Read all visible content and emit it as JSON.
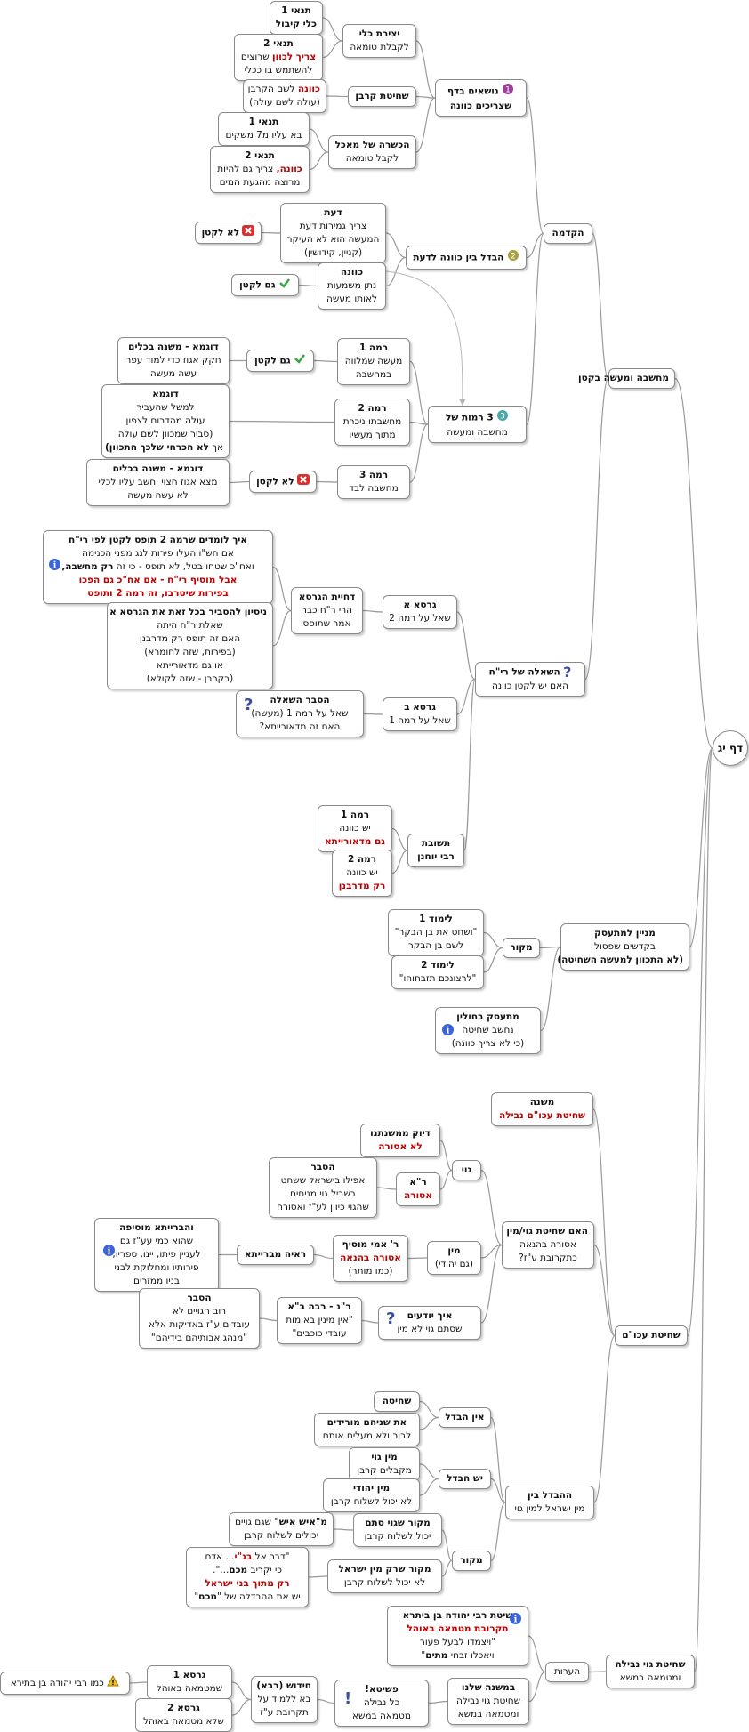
{
  "root": {
    "label": "דף יג"
  },
  "branches": {
    "intro": {
      "label": "מחשבה ומעשה בקטן",
      "hakdama": "הקדמה",
      "topics": {
        "title1": "נושאים בדף",
        "title2": "שצריכים כוונה",
        "num": "1",
        "kli": {
          "t1": "יצירת כלי",
          "t2": "לקבלת טומאה",
          "cond1": {
            "t1": "תנאי 1",
            "t2": "כלי קיבול"
          },
          "cond2": {
            "t1": "תנאי 2",
            "r": "צריך לכוון",
            "t2": " שרוצים",
            "t3": "להשתמש בו ככלי"
          }
        },
        "korban": {
          "t1": "שחיטת קרבן",
          "cond": {
            "r": "כוונה",
            "t1": " לשם הקרבן",
            "t2": "(עולה לשם עולה)"
          }
        },
        "ochel": {
          "t1": "הכשרה של מאכל",
          "t2": "לקבל טומאה",
          "cond1": {
            "t1": "תנאי 1",
            "t2": "בא עליו מ7 משקים"
          },
          "cond2": {
            "t1": "תנאי 2",
            "r": "כוונה,",
            "t2": " צריך גם להיות",
            "t3": "מרוצה מהגעת המים"
          }
        }
      },
      "diff": {
        "label": "הבדל בין כוונה לדעת",
        "num": "2",
        "daat": {
          "t1": "דעת",
          "t2": "צריך גמירות דעת",
          "t3": "המעשה הוא לא העיקר",
          "t4": "(קניין, קידושין)",
          "tag": "לא לקטן"
        },
        "kavana": {
          "t1": "כוונה",
          "t2": "נתן משמעות",
          "t3": "לאותו מעשה",
          "tag": "גם לקטן"
        }
      },
      "levels": {
        "t1": "3 רמות של",
        "t2": "מחשבה ומעשה",
        "num": "3",
        "r1": {
          "t1": "רמה 1",
          "t2": "מעשה שמלווה",
          "t3": "במחשבה",
          "tag": "גם לקטן",
          "ex": {
            "t1": "דוגמא - משנה בכלים",
            "t2": "חקק אגוז כדי למוד עפר",
            "t3": "עשה מעשה"
          }
        },
        "r2": {
          "t1": "רמה 2",
          "t2": "מחשבתו ניכרת",
          "t3": "מתוך מעשיו",
          "ex": {
            "t1": "דוגמא",
            "t2": "למשל שהעביר",
            "t3": "עולה מהדרום לצפון",
            "t4": "(סביר שמכוון לשם עולה",
            "t5": "אך ",
            "t5b": "לא הכרחי שלכך התכוון)"
          }
        },
        "r3": {
          "t1": "רמה 3",
          "t2": "מחשבה לבד",
          "tag": "לא לקטן",
          "ex": {
            "t1": "דוגמא - משנה בכלים",
            "t2": "מצא אגוז חצוי וחשב עליו לכלי",
            "t3": "לא עשה מעשה"
          }
        }
      },
      "question": {
        "t1": "השאלה של רי\"ח",
        "t2": "האם יש לקטן כוונה",
        "ga": {
          "t1": "גרסא א",
          "t2": "שאל על רמה 2",
          "dchiya": {
            "t1": "דחיית הגרסא",
            "t2": "הרי ר\"ח כבר",
            "t3": "אמר שתופס",
            "info": {
              "t1": "איך לומדים שרמה 2 תופס  לקטן לפי רי\"ח",
              "t2": "אם חש\"ו העלו פירות לגג מפני הכנימה",
              "t3": "ואח\"כ שטחו בטל,  לא תופס - כי זה ",
              "t3b": "רק מחשבה,",
              "t4": "אבל מוסיף רי\"ח - אם אח\"כ גם הפכו",
              "t5": "בפירות שיטרבו, זה רמה 2 ותופס"
            }
          },
          "nisayon": {
            "t1": "ניסיון להסביר בכל זאת את הגרסא א",
            "t2": "שאלת ר\"ח היתה",
            "t3": "האם זה תופס רק מדרבנן",
            "t4": "(בפירות, שזה לחומרא)",
            "t5": "או גם מדאורייתא",
            "t6": "(בקרבן - שזה לקולא)"
          }
        },
        "gb": {
          "t1": "גרסא ב",
          "t2": "שאל על רמה 1",
          "expl": {
            "t1": "הסבר השאלה",
            "t2": "שאל על רמה 1 (מעשה)",
            "t3": "האם זה מדאורייתא?"
          }
        },
        "ans": {
          "t1": "תשובת",
          "t2": "רבי יוחנן",
          "r1": {
            "t1": "רמה 1",
            "t2": "יש כוונה",
            "r": "גם מדאורייתא"
          },
          "r2": {
            "t1": "רמה 2",
            "t2": "יש כוונה",
            "r": "רק מדרבנן"
          }
        }
      }
    },
    "mitasek": {
      "t1": "מניין למתעסק",
      "t2": "בקדשים שפסול",
      "t3": "(לא התכוון ",
      "t3b": "למעשה ",
      "t3c": "השחיטה)",
      "makor": "מקור",
      "l1": {
        "t1": "לימוד 1",
        "t2": "\"ושחט את בן הבקר\"",
        "t3": "לשם בן הבקר"
      },
      "l2": {
        "t1": "לימוד 2",
        "t2": "\"לרצונכם תזבחוהו\""
      },
      "chulin": {
        "t1": "מתעסק בחולין",
        "t2": "נחשב שחיטה",
        "t3": "(כי לא צריך כוונה)"
      }
    },
    "akum": {
      "label": "שחיטת עכו\"ם",
      "mishna": {
        "t1": "משנה",
        "r": "שחיטת עכו\"ם נבילה"
      },
      "q": {
        "t1": "האם שחיטת גוי/מין",
        "t2": "אסורה בהנאה",
        "t3": "כתקרובת ע\"ז?",
        "goy": {
          "label": "גוי",
          "diyuk": {
            "t1": "דיוק ממשנתנו",
            "r": "לא אסורה"
          },
          "ra": {
            "t1": "ר\"א",
            "r": "אסורה",
            "hesber": {
              "t1": "הסבר",
              "t2": "אפילו בישראל ששחט",
              "t3": "בשביל גוי מניחים",
              "t4": "שהגוי כיוון לע\"ז ואסורה"
            }
          }
        },
        "min": {
          "t1": "מין",
          "t2": "(גם יהודי)",
          "rami": {
            "t1": "ר' אמי מוסיף",
            "r": "אסורה בהנאה",
            "t2": "(כמו מותר)"
          },
          "raya": "ראיה מברייתא",
          "braita": {
            "t1": "והברייתא מוסיפה",
            "t2": "שהוא כמי עע\"ז גם",
            "t3": "לעניין פיתו, יינו, ספריו,",
            "t4": "פירותיו ומחלוקת לבני",
            "t5": "בניו ממזרים"
          }
        },
        "how": {
          "t1": "איך יודעים",
          "t2": "שסתם גוי לא מין",
          "rn": {
            "t1": "ר\"נ - רבה ב\"א",
            "t2": "\"אין מינין באומות",
            "t3": "עובדי כוכבים\"",
            "hesber": {
              "t1": "הסבר",
              "t2": "רוב הגויים לא",
              "t3": "עובדים ע\"ז באדיקות אלא",
              "t4": "\"מנהג אבותיהם בידיהם\""
            }
          }
        }
      },
      "diff": {
        "t1": "ההבדל בין",
        "t2": "מין ישראל למין גוי",
        "none": {
          "label": "אין הבדל",
          "a": "שחיטה",
          "b": {
            "t1": "את שניהם מורידים",
            "t2": "לבור ולא מעלים אותם"
          }
        },
        "yes": {
          "label": "יש הבדל",
          "a": {
            "t1": "מין גוי",
            "t2": "מקבלים קרבן"
          },
          "b": {
            "t1": "מין יהודי",
            "t2": "לא יכול לשלוח קרבן"
          }
        },
        "makor": {
          "label": "מקור",
          "a": {
            "t1": "מקור שגוי סתם",
            "t2": "יכול לשלוח קרבן",
            "x": {
              "t1": "מ\"איש איש\"",
              "t1b": " שגם גויים",
              "t2": "יכולים לשלוח קרבן"
            }
          },
          "b": {
            "t1": "מקור שרק מין ישראל",
            "t2": "לא יכול לשלוח קרבן",
            "x": {
              "t1": "\"דבר אל ",
              "t1b": "בנ\"י",
              "t1c": "... אדם",
              "t2": "כי יקריב ",
              "t2b": "מכם",
              "t2c": "...\".",
              "r": "רק מתוך בני ישראל",
              "t4": "יש את ההבדלה של \"",
              "t4b": "מכם",
              "t4c": "\""
            }
          }
        }
      }
    },
    "nevela": {
      "t1": "שחיטת גוי נבילה",
      "t2": "ומטמאה במשא",
      "notes": "הערות",
      "ryb": {
        "t1": "שיטת רבי יהודה בן ביתרא",
        "r": "תקרובת מטמאה באוהל",
        "t2": "\"ויצמדו לבעל פעור",
        "t3": "ויאכלו זבחי ",
        "t3b": "מתים",
        "t3c": "\""
      },
      "ours": {
        "t1": "במשנה שלנו",
        "t2": "שחיטת גוי נבילה",
        "t3": "ומטמאה במשא",
        "simple": {
          "t1": "פשיטא!",
          "t2": "כל נבילה",
          "t3": "מטמאה במשא"
        },
        "chidush": {
          "t1": "חידוש (רבא)",
          "t2": "בא ללמוד על",
          "t3": "תקרובת ע\"ז",
          "ga": {
            "t1": "גרסא 1",
            "t2": "שמטמאה באוהל",
            "warn": "כמו רבי יהודה בן בתירא"
          },
          "gb": {
            "t1": "גרסא 2",
            "t2": "שלא מטמאה באוהל"
          }
        }
      }
    }
  },
  "colors": {
    "line": "#9a9a9a",
    "red": "#c00000",
    "info": "#3a64d8",
    "question": "#3a4fa0",
    "check": "#3aa640",
    "cross": "#d93030",
    "warn": "#f0c020"
  }
}
